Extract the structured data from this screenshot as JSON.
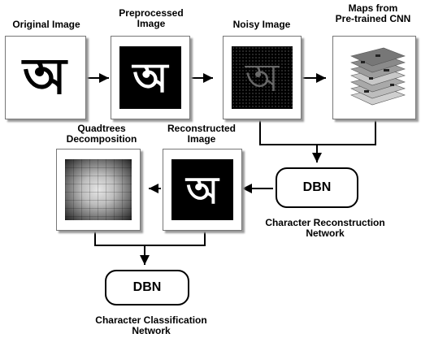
{
  "stages": {
    "original": {
      "label": "Original Image",
      "glyph": "অ"
    },
    "preprocessed": {
      "label_line1": "Preprocessed",
      "label_line2": "Image",
      "glyph": "অ"
    },
    "noisy": {
      "label": "Noisy Image",
      "glyph": "অ"
    },
    "maps": {
      "label_line1": "Maps from",
      "label_line2": "Pre-trained CNN"
    },
    "quadtree": {
      "label_line1": "Quadtrees",
      "label_line2": "Decomposition"
    },
    "reconstructed": {
      "label_line1": "Reconstructed",
      "label_line2": "Image",
      "glyph": "অ"
    }
  },
  "networks": {
    "reconstruction": {
      "box_label": "DBN",
      "caption_line1": "Character Reconstruction",
      "caption_line2": "Network"
    },
    "classification": {
      "box_label": "DBN",
      "caption_line1": "Character Classification",
      "caption_line2": "Network"
    }
  }
}
